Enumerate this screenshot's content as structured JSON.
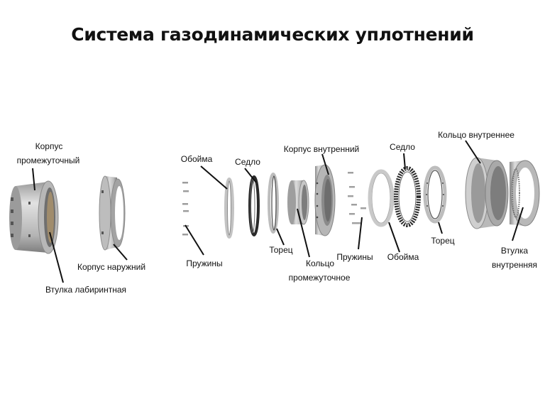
{
  "title": "Система газодинамических уплотнений",
  "colors": {
    "metal_light": "#d6d6d6",
    "metal_mid": "#a9a9a9",
    "metal_dark": "#6f6f6f",
    "ring_black": "#2a2a2a",
    "leader": "#111111"
  },
  "labels": {
    "korpus_promezhutochny_l1": "Корпус",
    "korpus_promezhutochny_l2": "промежуточный",
    "vtulka_labirintnaya": "Втулка лабиринтная",
    "korpus_naruzhny": "Корпус наружний",
    "oboyma_left": "Обойма",
    "sedlo_left": "Седло",
    "pruzhiny_left": "Пружины",
    "torets_left": "Торец",
    "korpus_vnutrenny": "Корпус внутренний",
    "koltso_promezhutochnoe_l1": "Кольцо",
    "koltso_promezhutochnoe_l2": "промежуточное",
    "pruzhiny_right": "Пружины",
    "sedlo_right": "Седло",
    "oboyma_right": "Обойма",
    "torets_right": "Торец",
    "koltso_vnutrennee": "Кольцо внутреннее",
    "vtulka_vnutrennyaya_l1": "Втулка",
    "vtulka_vnutrennyaya_l2": "внутренняя"
  }
}
